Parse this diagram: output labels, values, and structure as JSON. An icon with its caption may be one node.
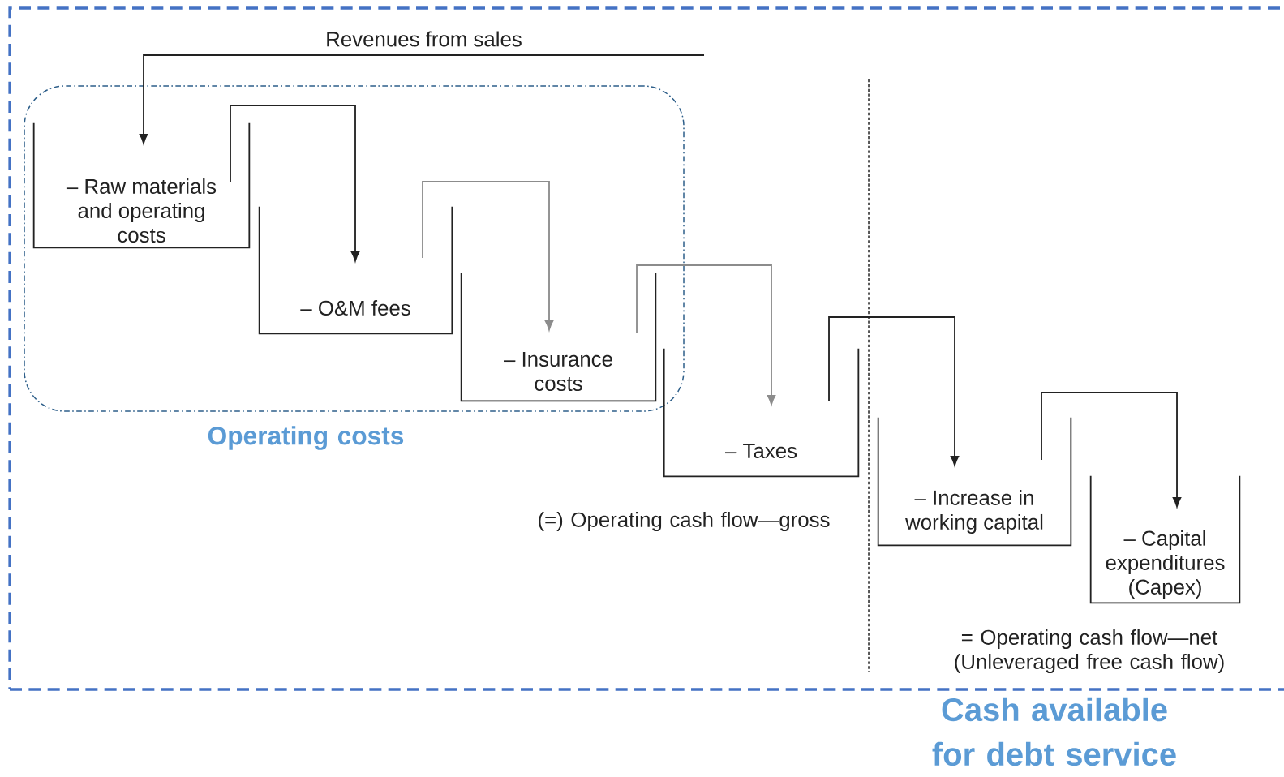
{
  "diagram": {
    "nodes": [
      {
        "text": [
          "Cash available for debt service"
        ]
      },
      {
        "text": [
          "Operating costs"
        ],
        "in": 0
      },
      {
        "text": [
          "Revenues from sales"
        ],
        "in": 0
      },
      {
        "text": [
          "– Raw materials and operating costs"
        ],
        "in": 1
      },
      {
        "text": [
          "– O&M fees"
        ],
        "in": 1
      },
      {
        "text": [
          "– Insurance costs"
        ],
        "in": 1
      },
      {
        "text": [
          "– Taxes"
        ],
        "in": 0
      },
      {
        "text": [
          "– Increase in working capital"
        ],
        "in": 0
      },
      {
        "text": [
          "– Capital expenditures (Capex)"
        ],
        "in": 0
      }
    ],
    "edges": [
      {
        "from": 2,
        "to": 3,
        "arrow": "to"
      },
      {
        "from": 3,
        "to": 4,
        "arrow": "to"
      },
      {
        "from": 4,
        "to": 5,
        "arrow": "to",
        "color": "#8c8c8c"
      },
      {
        "from": 5,
        "to": 6,
        "arrow": "to",
        "color": "#8c8c8c"
      },
      {
        "from": 6,
        "to": 7,
        "arrow": "to"
      },
      {
        "from": 7,
        "to": 8,
        "arrow": "to"
      }
    ],
    "labels": [
      "(=) Operating cash flow—gross",
      "= Operating cash flow—net (Unleveraged free cash flow)"
    ]
  }
}
